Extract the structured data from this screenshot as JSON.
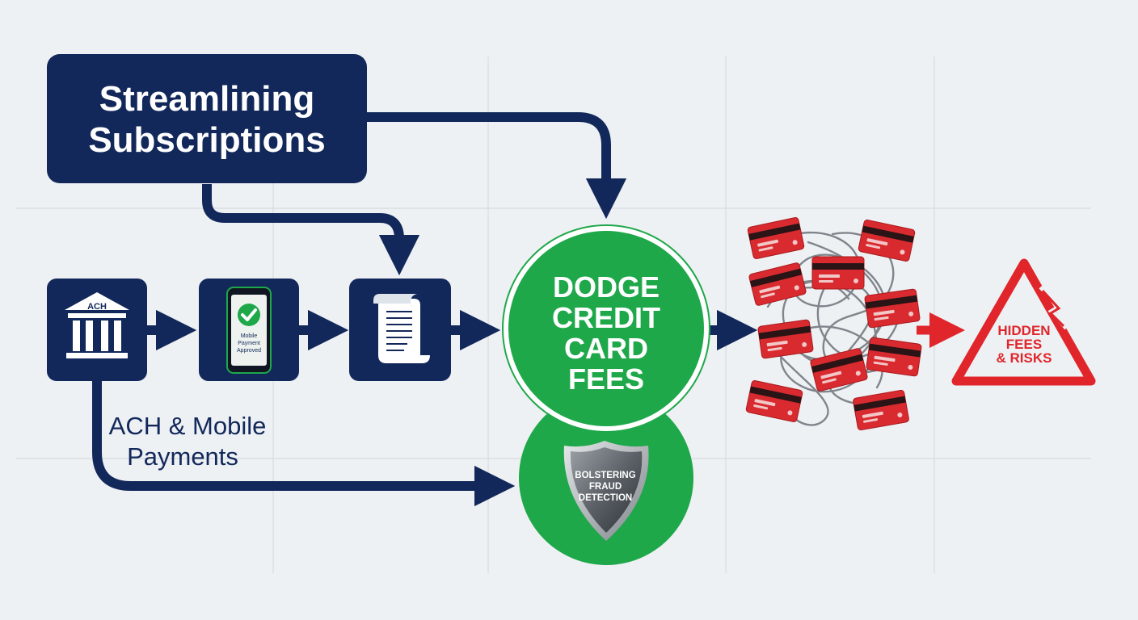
{
  "title": {
    "line1": "Streamlining",
    "line2": "Subscriptions"
  },
  "nodes": {
    "ach": {
      "icon_label": "ACH",
      "caption_line1": "ACH & Mobile",
      "caption_line2": "Payments"
    },
    "mobile": {
      "line1": "Mobile",
      "line2": "Payment",
      "line3": "Approved"
    },
    "contract": {},
    "dodge": {
      "line1": "DODGE",
      "line2": "CREDIT",
      "line3": "CARD",
      "line4": "FEES"
    },
    "fraud": {
      "line1": "BOLSTERING",
      "line2": "FRAUD",
      "line3": "DETECTION"
    },
    "hidden": {
      "line1": "HIDDEN",
      "line2": "FEES",
      "line3": "& RISKS"
    }
  },
  "colors": {
    "navy": "#12285a",
    "green": "#1fa84a",
    "red": "#e0262b",
    "background": "#eef1f4",
    "grid": "#d6dbe1"
  },
  "icons": [
    "bank-icon",
    "smartphone-icon",
    "checkmark-icon",
    "document-scroll-icon",
    "shield-icon",
    "credit-card-icon",
    "warning-triangle-icon"
  ]
}
